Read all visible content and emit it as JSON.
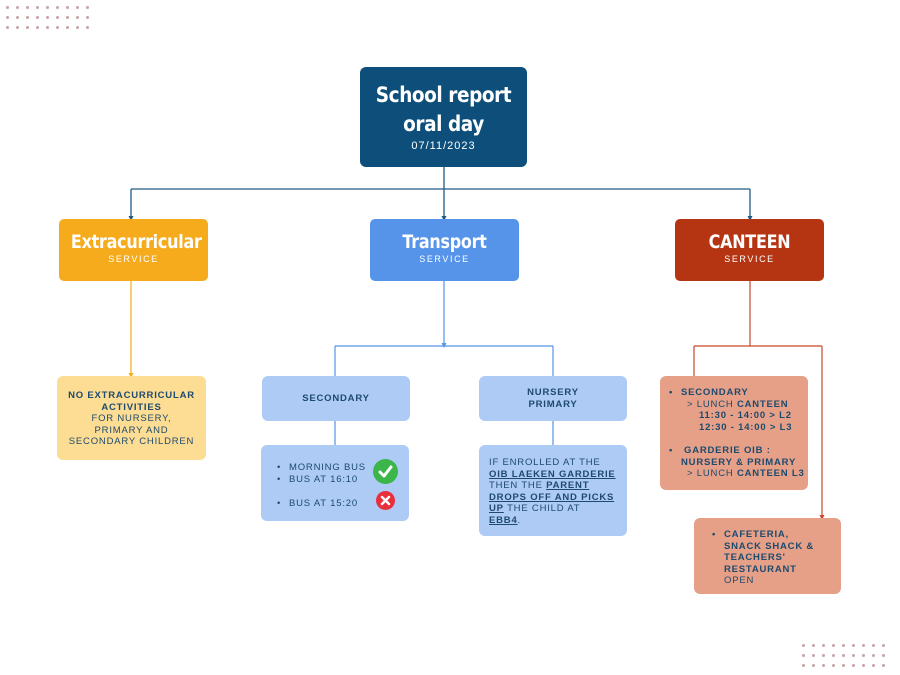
{
  "title": {
    "line1": "School report",
    "line2": "oral day",
    "date": "07/11/2023"
  },
  "services": {
    "extracurricular": {
      "name": "Extracurricular",
      "sub": "SERVICE",
      "color": "#f5ab1b"
    },
    "transport": {
      "name": "Transport",
      "sub": "SERVICE",
      "color": "#5594e8"
    },
    "canteen": {
      "name": "CANTEEN",
      "sub": "SERVICE",
      "color": "#b53512"
    }
  },
  "extracurricular_card": {
    "l1": "NO EXTRACURRICULAR",
    "l2": "ACTIVITIES",
    "l3": "FOR NURSERY,",
    "l4": "PRIMARY AND",
    "l5": "SECONDARY CHILDREN"
  },
  "transport": {
    "secondary_label": "SECONDARY",
    "nursery_l1": "NURSERY",
    "nursery_l2": "PRIMARY",
    "buses": {
      "morning": "MORNING BUS",
      "b1610": "BUS AT 16:10",
      "b1520": "BUS AT 15:20"
    },
    "icons": {
      "check": "check-icon",
      "cross": "cross-icon"
    },
    "garderie": {
      "t1": "IF ENROLLED AT THE",
      "t2": "OIB LAEKEN GARDERIE",
      "t3a": "THEN THE ",
      "t3b": "PARENT",
      "t4": "DROPS OFF AND PICKS",
      "t5a": "UP",
      "t5b": " THE CHILD AT",
      "t6a": "EBB4",
      "t6b": "."
    }
  },
  "canteen": {
    "secondary": "SECONDARY",
    "lunch_prefix": "> LUNCH ",
    "lunch_canteen": "CANTEEN",
    "slot1": "11:30 - 14:00 > L2",
    "slot2": "12:30 - 14:00 > L3",
    "garderie_l1": "GARDERIE OIB :",
    "garderie_l2": "NURSERY & PRIMARY",
    "lunch2_canteen": "CANTEEN L3",
    "cafeteria": {
      "l1": "CAFETERIA,",
      "l2": "SNACK SHACK &",
      "l3": "TEACHERS'",
      "l4": "RESTAURANT",
      "l5": "OPEN"
    }
  },
  "colors": {
    "navy": "#0d4f7a",
    "yellow_light": "#fcdd93",
    "blue_light": "#aecbf6",
    "salmon": "#e5a087",
    "check": "#3cb54a",
    "cross": "#e8303c"
  }
}
